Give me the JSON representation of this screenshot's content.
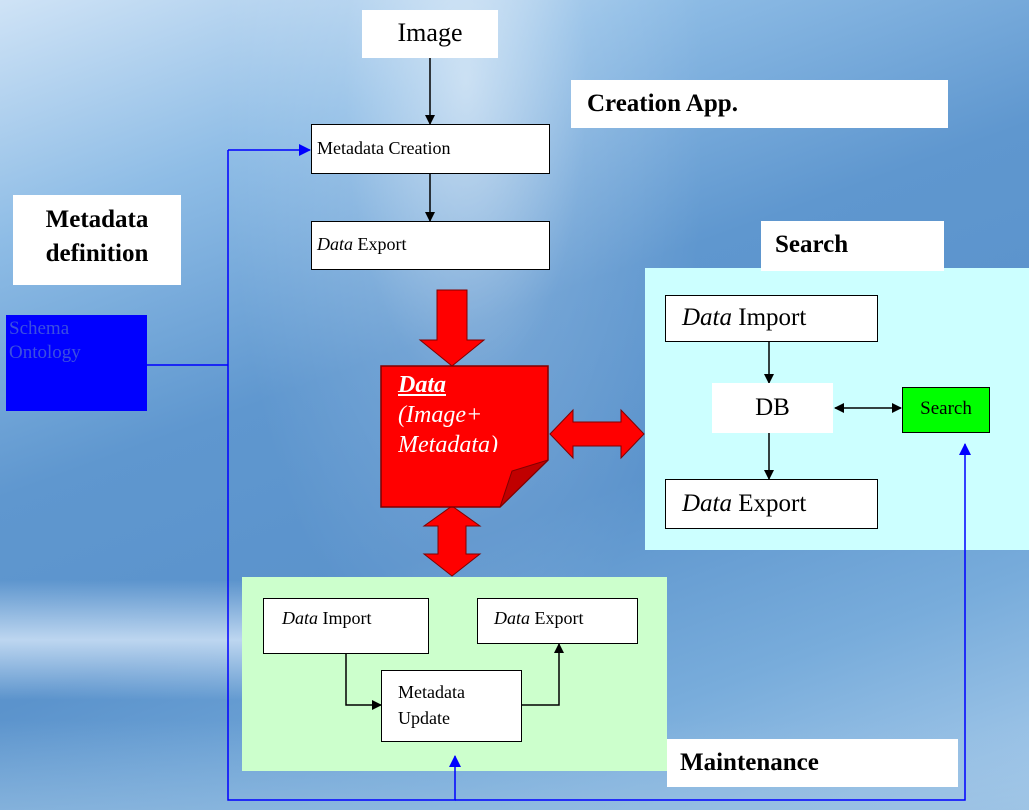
{
  "diagram": {
    "image_box": {
      "label": "Image"
    },
    "creation_app": {
      "label": "Creation App."
    },
    "metadata_creation": {
      "label": "Metadata Creation"
    },
    "data_export_top": {
      "italic": "Data",
      "rest": " Export"
    },
    "metadata_definition": {
      "line1": "Metadata",
      "line2": "definition"
    },
    "schema_ontology": {
      "line1": "Schema",
      "line2": "Ontology"
    },
    "data_doc": {
      "title": "Data",
      "line1": "(Image+",
      "line2": "Metadata)"
    },
    "search_title": {
      "label": "Search"
    },
    "search_panel": {
      "data_import": {
        "italic": "Data",
        "rest": " Import"
      },
      "db": {
        "label": "DB"
      },
      "search_button": {
        "label": "Search"
      },
      "data_export": {
        "italic": "Data",
        "rest": " Export"
      }
    },
    "maintenance_panel": {
      "data_import": {
        "italic": "Data",
        "rest": " Import"
      },
      "data_export": {
        "italic": "Data",
        "rest": " Export"
      },
      "metadata_update": {
        "line1": "Metadata",
        "line2": "Update"
      }
    },
    "maintenance_title": {
      "label": "Maintenance"
    },
    "colors": {
      "schema_fill": "#0000ff",
      "search_button_fill": "#00ff00",
      "data_doc_fill": "#ff0000",
      "search_panel_fill": "#ccffff",
      "maintenance_panel_fill": "#ccffcc",
      "connector_blue": "#0000ff"
    }
  }
}
